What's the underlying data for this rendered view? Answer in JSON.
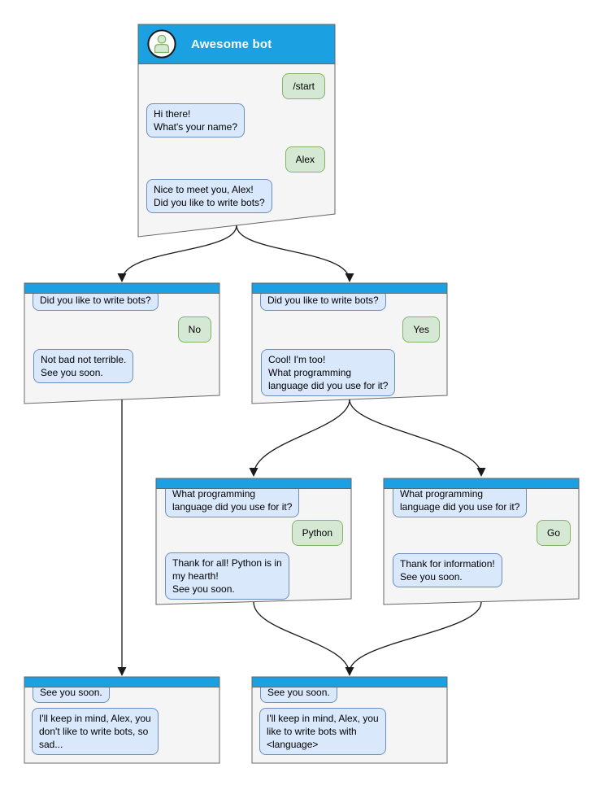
{
  "diagram": {
    "colors": {
      "header_blue": "#1ba1e2",
      "window_background": "#f5f5f5",
      "window_border": "#666666",
      "bot_bubble_background": "#dae8fc",
      "bot_bubble_border": "#6c8ebf",
      "user_bubble_background": "#d5e8d4",
      "user_bubble_border": "#82b366",
      "connector": "#1a1a1a"
    },
    "windows": {
      "root": {
        "title": "Awesome bot",
        "messages": {
          "start_command": "/start",
          "greeting": "Hi there!\nWhat's your name?",
          "user_name": "Alex",
          "bot_question": "Nice to meet you, Alex!\nDid you like to write bots?"
        }
      },
      "branch_no": {
        "messages": {
          "context": "Did you like to write bots?",
          "user_answer": "No",
          "bot_reply": "Not bad not terrible.\nSee you soon."
        }
      },
      "branch_yes": {
        "messages": {
          "context": "Did you like to write bots?",
          "user_answer": "Yes",
          "bot_reply": "Cool! I'm too!\nWhat programming\nlanguage did you use for it?"
        }
      },
      "branch_python": {
        "messages": {
          "context": "What programming\nlanguage did you use for it?",
          "user_answer": "Python",
          "bot_reply": "Thank for all! Python is in\nmy hearth!\nSee you soon."
        }
      },
      "branch_go": {
        "messages": {
          "context": "What programming\nlanguage did you use for it?",
          "user_answer": "Go",
          "bot_reply": "Thank for information!\nSee you soon."
        }
      },
      "end_no": {
        "messages": {
          "context": "See you soon.",
          "bot_reply": "I'll keep in mind, Alex, you\ndon't like to write bots, so\nsad..."
        }
      },
      "end_language": {
        "messages": {
          "context": "See you soon.",
          "bot_reply": "I'll keep in mind, Alex, you\nlike to write bots with\n<language>"
        }
      }
    }
  }
}
